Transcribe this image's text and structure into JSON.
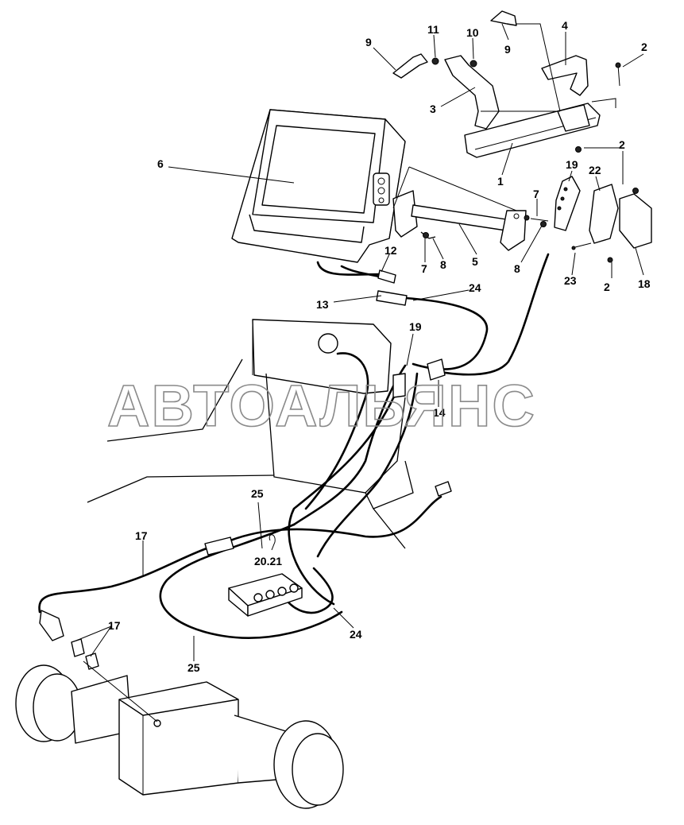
{
  "watermark": "АВТОАЛЬЯНС",
  "callouts": [
    "9",
    "11",
    "10",
    "9",
    "4",
    "2",
    "3",
    "1",
    "6",
    "2",
    "19",
    "22",
    "7",
    "7",
    "8",
    "5",
    "8",
    "12",
    "2",
    "18",
    "23",
    "24",
    "13",
    "19",
    "14",
    "25",
    "20.21",
    "17",
    "17",
    "24",
    "25"
  ]
}
